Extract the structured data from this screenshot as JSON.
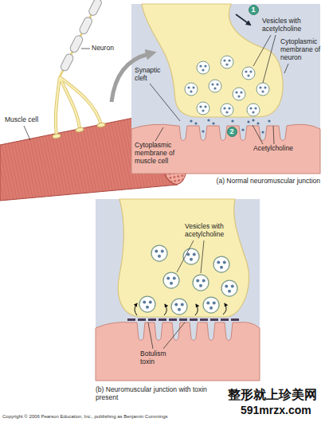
{
  "diagram": {
    "nodes": [
      {
        "text": [
          "(a) Normal neuromuscular junction"
        ]
      },
      {
        "text": [
          "1"
        ],
        "in": 0
      },
      {
        "text": [
          "2"
        ],
        "in": 0
      },
      {
        "text": [
          "(b) Neuromuscular junction with toxin present"
        ]
      }
    ],
    "labels": [
      "Neuron",
      "Muscle cell",
      "Vesicles with acetylcholine",
      "Cytoplasmic membrane of neuron",
      "Synaptic cleft",
      "Cytoplasmic membrane of muscle cell",
      "Acetylcholine",
      "Vesicles with acetylcholine",
      "Botulism toxin",
      "Copyright © 2006 Pearson Education, Inc., publishing as Benjamin Cummings",
      "整形就上珍美网",
      "591mrzx.com"
    ]
  }
}
